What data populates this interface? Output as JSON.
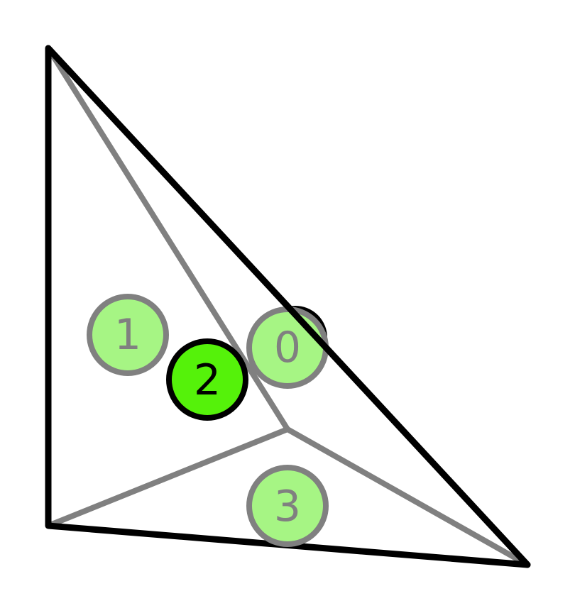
{
  "colors": {
    "background": "#ffffff",
    "outline": "#000000",
    "inner_edge": "#808080",
    "node_fill_light": "#a6f584",
    "node_fill_bright": "#55f20a",
    "node_stroke_muted": "#808080",
    "node_stroke_active": "#000000",
    "label_muted": "#808080",
    "label_active": "#000000"
  },
  "nodes": [
    {
      "id": "0",
      "label": "0",
      "style": "muted"
    },
    {
      "id": "1",
      "label": "1",
      "style": "muted"
    },
    {
      "id": "2",
      "label": "2",
      "style": "active"
    },
    {
      "id": "3",
      "label": "3",
      "style": "muted"
    }
  ]
}
